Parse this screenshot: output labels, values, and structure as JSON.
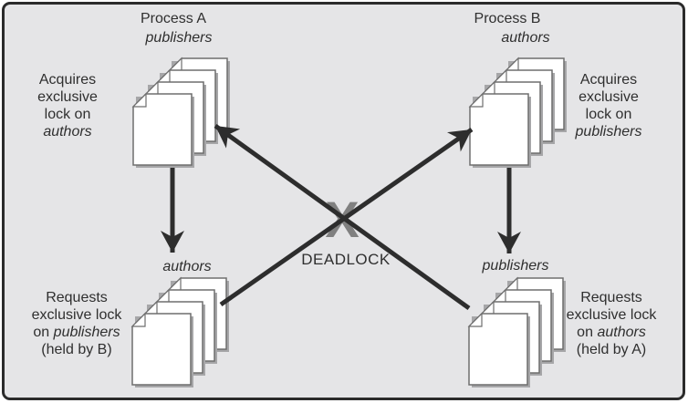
{
  "diagram": {
    "background": "#e5e5e7",
    "border_color": "#2b2b2b",
    "arrow_color": "#2d2d2d",
    "x_color": "#808080",
    "text_color": "#2f2f2f",
    "page_border_color": "#6e6e6e",
    "page_shadow_color": "#a6a6a8",
    "process_a": {
      "title": "Process A",
      "table": "publishers",
      "lock_note": {
        "lines": [
          "Acquires",
          "exclusive",
          "lock on"
        ],
        "table": "authors"
      }
    },
    "process_b": {
      "title": "Process B",
      "table": "authors",
      "lock_note": {
        "lines": [
          "Acquires",
          "exclusive",
          "lock on"
        ],
        "table": "publishers"
      }
    },
    "request_a": {
      "table": "authors",
      "note": {
        "lines": [
          "Requests",
          "exclusive lock"
        ],
        "on_word": "on",
        "on_table": "publishers",
        "held_by": "(held by B)"
      }
    },
    "request_b": {
      "table": "publishers",
      "note": {
        "lines": [
          "Requests",
          "exclusive lock"
        ],
        "on_word": "on",
        "on_table": "authors",
        "held_by": "(held by A)"
      }
    },
    "center": {
      "x_mark": "X",
      "label": "DEADLOCK"
    }
  }
}
